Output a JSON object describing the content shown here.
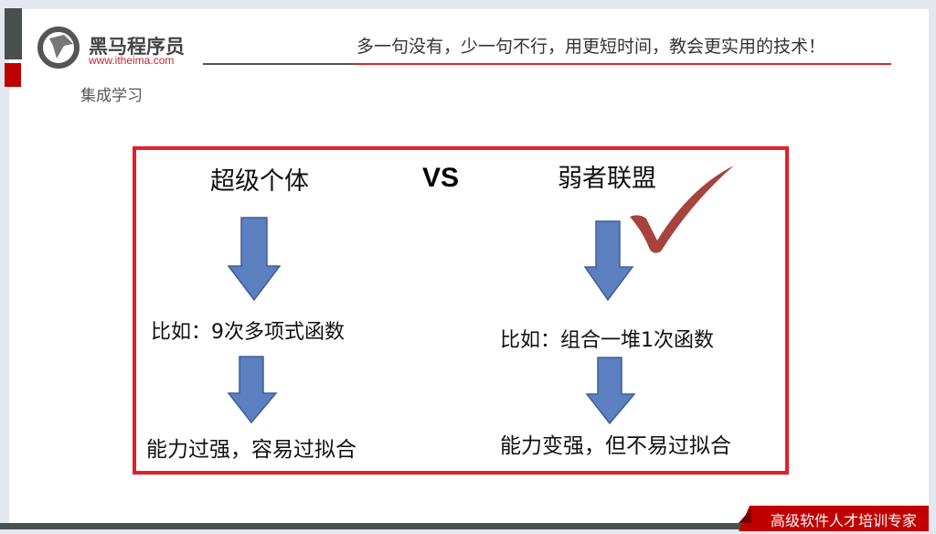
{
  "header": {
    "brand": "黑马程序员",
    "url": "www.itheima.com",
    "slogan": "多一句没有，少一句不行，用更短时间，教会更实用的技术！",
    "section": "集成学习"
  },
  "diagram": {
    "left": {
      "title": "超级个体",
      "example": "比如：9次多项式函数",
      "result": "能力过强，容易过拟合"
    },
    "vs": "VS",
    "right": {
      "title": "弱者联盟",
      "example": "比如：组合一堆1次函数",
      "result": "能力变强，但不易过拟合"
    }
  },
  "footer": {
    "tagline": "高级软件人才培训专家"
  },
  "colors": {
    "red": "#e3202a",
    "dark": "#4a4f50",
    "arrow": "#5b7fbf",
    "check": "#a6433d"
  }
}
